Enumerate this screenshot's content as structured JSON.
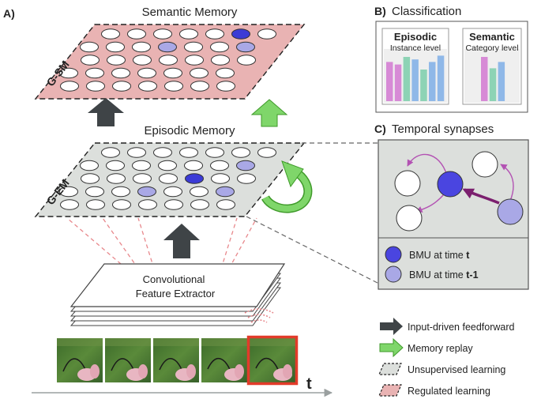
{
  "panels": {
    "a_label": "A)",
    "b_label": "B)",
    "b_title": "Classification",
    "c_label": "C)",
    "c_title": "Temporal synapses"
  },
  "semantic_memory": {
    "title": "Semantic Memory",
    "side_label": "G-SM",
    "fill_color": "#e9b3b3",
    "bmu_color": "#3b3bd6",
    "prev_bmu_color": "#a9a8e6"
  },
  "episodic_memory": {
    "title": "Episodic Memory",
    "side_label": "G-EM",
    "fill_color": "#dcdfdc"
  },
  "extractor": {
    "line1": "Convolutional",
    "line2": "Feature Extractor"
  },
  "time_axis_label": "t",
  "classification": {
    "episodic": {
      "title": "Episodic",
      "subtitle": "Instance level",
      "bar_values": [
        0.62,
        0.58,
        0.7,
        0.66,
        0.5,
        0.62,
        0.72
      ],
      "bar_colors": [
        "#d78ad6",
        "#d78ad6",
        "#8dd3b5",
        "#8fb8e8",
        "#8dd3b5",
        "#8fb8e8",
        "#8fb8e8"
      ]
    },
    "semantic": {
      "title": "Semantic",
      "subtitle": "Category level",
      "bar_values": [
        0.7,
        0.52,
        0.62
      ],
      "bar_colors": [
        "#d78ad6",
        "#8dd3b5",
        "#8fb8e8"
      ]
    }
  },
  "temporal_legend": {
    "bmu_t_prefix": "BMU at time ",
    "bmu_t_suffix": "t",
    "bmu_t1_prefix": "BMU at time ",
    "bmu_t1_suffix": "t-1"
  },
  "legend": {
    "feedforward": "Input-driven feedforward",
    "replay": "Memory replay",
    "unsupervised": "Unsupervised learning",
    "regulated": "Regulated learning"
  },
  "colors": {
    "feedforward_arrow": "#3f4447",
    "replay_arrow": "#7fd66a",
    "synapse_line": "#b352b3",
    "synapse_strong": "#7b1f6e",
    "panel_c_bg": "#dcdfdc",
    "frame_highlight": "#e23b2a"
  }
}
